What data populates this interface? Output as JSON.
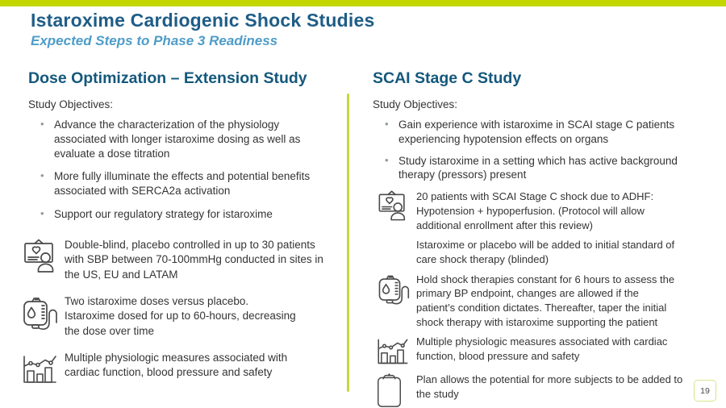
{
  "header": {
    "title": "Istaroxime Cardiogenic Shock Studies",
    "subtitle": "Expected Steps to Phase 3 Readiness"
  },
  "colors": {
    "accent_green": "#c3d600",
    "divider_green": "#c9d63c",
    "title_blue": "#1f5d87",
    "subtitle_blue": "#4e9cc8",
    "heading_blue": "#14587c",
    "body_text": "#343434"
  },
  "left_column": {
    "heading": "Dose Optimization – Extension Study",
    "objectives_label": "Study Objectives:",
    "objectives": [
      "Advance the characterization of the physiology\nassociated with longer istaroxime dosing as well as\nevaluate a dose titration",
      "More fully illuminate the effects and potential benefits\nassociated with SERCA2a activation",
      "Support our regulatory strategy for istaroxime"
    ],
    "details": [
      {
        "icon": "clinical-trial-icon",
        "text": "Double-blind, placebo controlled in up to 30 patients\nwith SBP between 70-100mmHg conducted in sites in\nthe US, EU and LATAM"
      },
      {
        "icon": "iv-bag-icon",
        "text": "Two istaroxime doses versus placebo.\nIstaroxime dosed for up to 60-hours, decreasing\nthe dose over time"
      },
      {
        "icon": "metrics-chart-icon",
        "text": "Multiple physiologic measures associated with\ncardiac function, blood pressure and safety"
      }
    ]
  },
  "right_column": {
    "heading": "SCAI Stage C Study",
    "objectives_label": "Study Objectives:",
    "objectives": [
      "Gain experience with istaroxime in SCAI stage C patients\nexperiencing hypotension effects on organs",
      "Study istaroxime in a setting which has active background\ntherapy (pressors) present"
    ],
    "details": [
      {
        "icon": "clinical-trial-icon",
        "text": "20 patients with SCAI Stage C shock due to ADHF:\nHypotension + hypoperfusion. (Protocol will allow\nadditional enrollment after this review)"
      },
      {
        "icon": "none",
        "text": "Istaroxime or placebo will be added to initial standard of\ncare shock therapy (blinded)"
      },
      {
        "icon": "iv-bag-icon",
        "text": "Hold shock therapies constant for 6 hours to assess the\nprimary BP endpoint, changes are allowed if the\npatient’s condition dictates. Thereafter, taper the initial\nshock therapy with istaroxime supporting the patient"
      },
      {
        "icon": "metrics-chart-icon",
        "text": "Multiple physiologic measures associated with cardiac\nfunction, blood pressure and safety"
      },
      {
        "icon": "clipboard-icon",
        "text": "Plan allows the potential for more subjects to be added to\nthe study"
      }
    ]
  },
  "page": {
    "number": "19"
  }
}
